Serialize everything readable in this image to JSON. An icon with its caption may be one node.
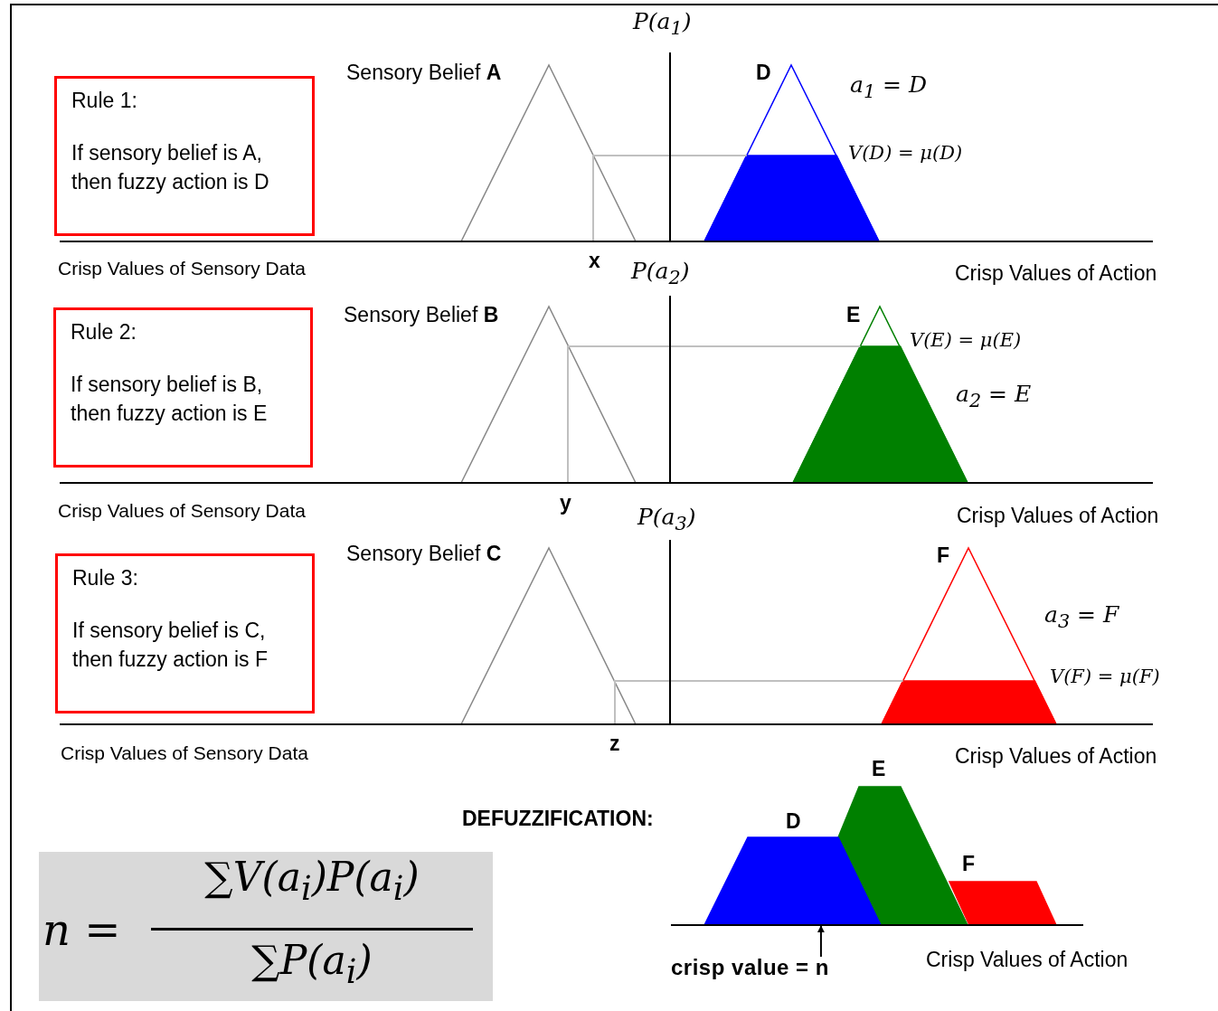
{
  "diagram": {
    "nodes": [
      {
        "text": [
          "Rule 1:",
          "If sensory belief is A, then fuzzy action is D"
        ]
      },
      {
        "text": [
          "Rule 2:",
          "If sensory belief is B, then fuzzy action is E"
        ]
      },
      {
        "text": [
          "Rule 3:",
          "If sensory belief is C, then fuzzy action is F"
        ]
      },
      {
        "text": [
          "n =",
          "∑V(a$_{i}$)P(a$_{i}$)",
          "∑P(a$_{i}$)"
        ]
      },
      {
        "text": [],
        "shape": "picture"
      },
      {
        "text": [
          "crisp value = n"
        ]
      }
    ],
    "edges": [
      {
        "from": 5,
        "to": 4,
        "arrow": "to"
      }
    ],
    "labels": [
      "P(a$_{1}$)",
      "Sensory Belief **A**",
      "D",
      "a$_{1}$ = D",
      "V(D) = μ(D)",
      "Crisp Values of Sensory Data",
      "x",
      "P(a$_{2}$)",
      "Crisp Values of Action",
      "Sensory Belief **B**",
      "E",
      "V(E) = μ(E)",
      "a$_{2}$ = E",
      "Crisp Values of Sensory Data",
      "y",
      "P(a$_{3}$)",
      "Crisp Values of Action",
      "Sensory Belief **C**",
      "F",
      "a$_{3}$ = F",
      "V(F) = μ(F)",
      "Crisp Values of Sensory Data",
      "z",
      "Crisp Values of Action",
      "E",
      "DEFUZZIFICATION:",
      "D",
      "F",
      "Crisp Values of Action"
    ]
  }
}
